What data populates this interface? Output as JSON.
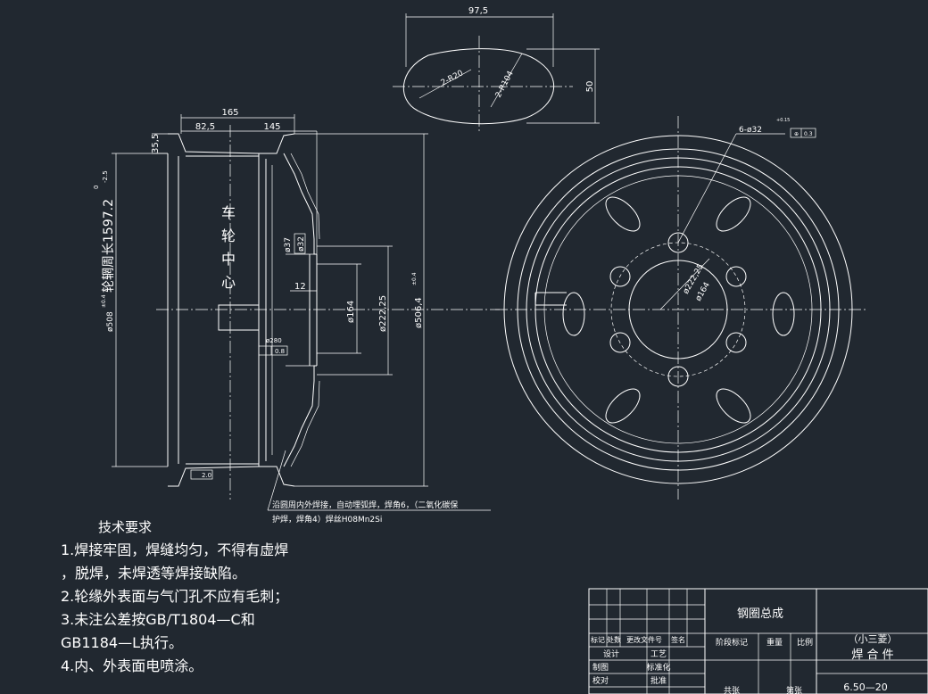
{
  "colors": {
    "background": "#212830",
    "line": "#ffffff"
  },
  "oval_view": {
    "width_dim": "97,5",
    "height_dim": "50",
    "radius_small": "2-R20",
    "radius_large": "2-R104"
  },
  "section_view": {
    "dim_165": "165",
    "dim_82_5": "82,5",
    "dim_145": "145",
    "dim_35_5": "35,5",
    "dim_12": "12",
    "dia_37": "ø37",
    "dia_32": "ø32",
    "dia_164": "ø164",
    "dia_222": "ø222,25",
    "dia_506": "ø506,4",
    "dia_506_tol": "±0.4",
    "dia_508": "ø508",
    "dia_508_tol": "±0.4",
    "circumference": "轮辋周长1597.2",
    "circ_tol_upper": "0",
    "circ_tol_lower": "-2.5",
    "wheel_center_label": [
      "车",
      "轮",
      "中",
      "心"
    ],
    "dia_280": "ø280",
    "flatness": "0.8",
    "runout_tol": "2.0",
    "weld_note_1": "沿圆周内外焊接，自动埋弧焊，焊角6，（二氧化碳保",
    "weld_note_2": "护焊，焊角4）焊丝H08Mn2Si"
  },
  "front_view": {
    "holes": "6-ø32",
    "hole_tol": "+0.15",
    "position_tol": "0.3",
    "dia_222": "ø222,25",
    "dia_164": "ø164"
  },
  "tech_req": {
    "title": "技术要求",
    "lines": [
      "1.焊接牢固，焊缝均匀，不得有虚焊",
      "，脱焊，未焊透等焊接缺陷。",
      "2.轮缘外表面与气门孔不应有毛刺；",
      "3.未注公差按GB/T1804—C和",
      "GB1184—L执行。",
      "4.内、外表面电喷涂。"
    ]
  },
  "title_block": {
    "drawing_title": "钢圈总成",
    "stage_mark": "阶段标记",
    "weight": "重量",
    "scale": "比例",
    "part_sub": "（小三菱）",
    "part_name": "焊 合 件",
    "part_no": "6.50—20",
    "rev_row": [
      "标记",
      "处数",
      "更改文件号",
      "签名"
    ],
    "design": "设计",
    "process": "工艺",
    "drafter": "制图",
    "standardize": "标准化",
    "check": "校对",
    "approve": "批准",
    "total_sheets": "共张",
    "sheet_no": "第张"
  }
}
